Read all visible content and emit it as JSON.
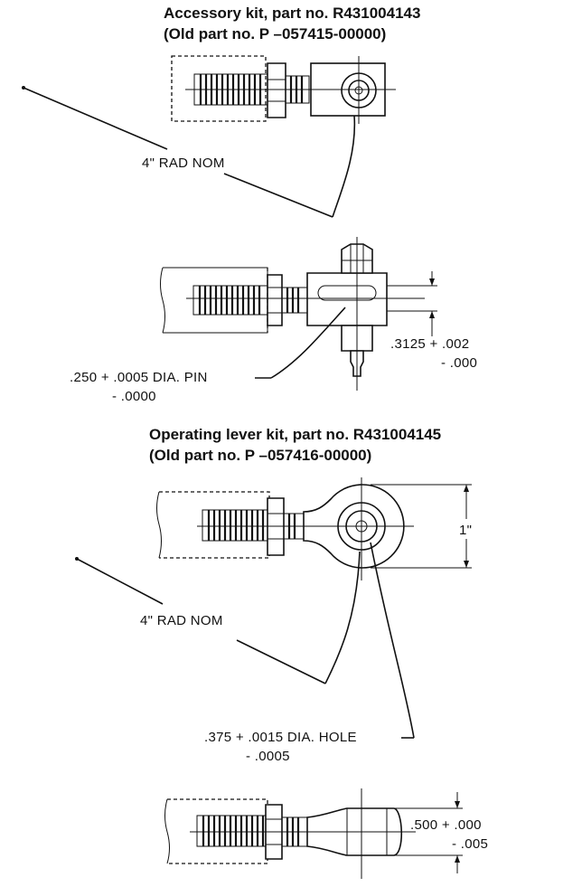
{
  "kit1": {
    "title": "Accessory kit, part no. R431004143",
    "old_part": "(Old part no. P –057415-00000)",
    "radius_label": "4\" RAD NOM",
    "pin_label_line1": ".250 + .0005 DIA. PIN",
    "pin_label_line2": "- .0000",
    "dim_label_line1": ".3125 + .002",
    "dim_label_line2": "- .000"
  },
  "kit2": {
    "title": "Operating lever kit, part no. R431004145",
    "old_part": "(Old part no. P –057416-00000)",
    "height_label": "1\"",
    "radius_label": "4\" RAD NOM",
    "hole_label_line1": ".375 + .0015 DIA. HOLE",
    "hole_label_line2": "- .0005",
    "dim_label_line1": ".500 + .000",
    "dim_label_line2": "- .005"
  }
}
